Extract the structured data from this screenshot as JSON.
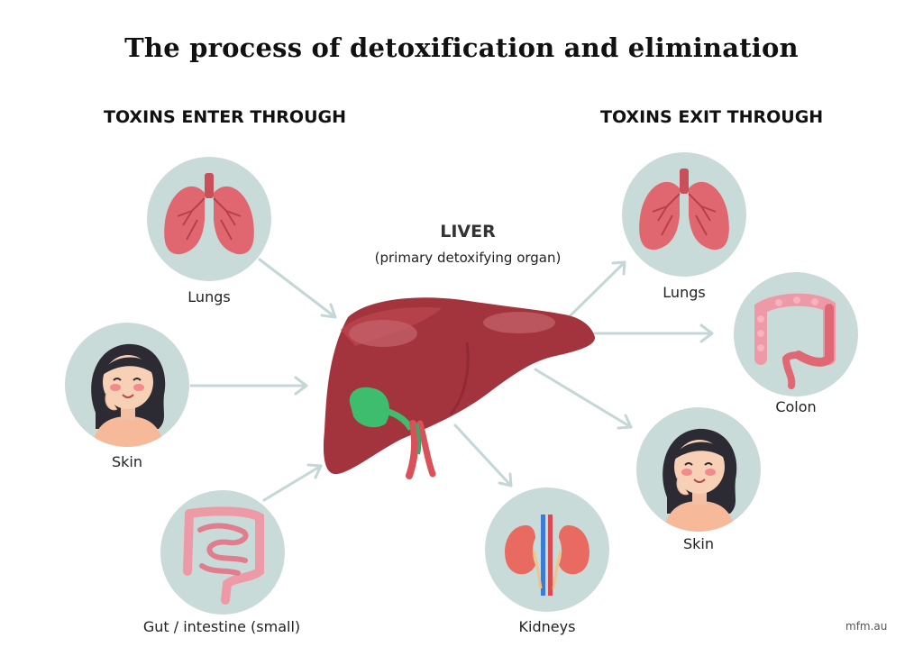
{
  "title": "The process of detoxification and elimination",
  "enter_heading": "TOXINS ENTER THROUGH",
  "exit_heading": "TOXINS EXIT THROUGH",
  "liver": {
    "label": "LIVER",
    "sublabel": "(primary detoxifying organ)"
  },
  "entry_organs": [
    {
      "label": "Lungs",
      "icon": "lungs-icon"
    },
    {
      "label": "Skin",
      "icon": "woman-skin-icon"
    },
    {
      "label": "Gut / intestine (small)",
      "icon": "small-intestine-icon"
    }
  ],
  "exit_organs": [
    {
      "label": "Lungs",
      "icon": "lungs-icon"
    },
    {
      "label": "Colon",
      "icon": "colon-icon"
    },
    {
      "label": "Skin",
      "icon": "woman-skin-icon"
    },
    {
      "label": "Kidneys",
      "icon": "kidneys-icon"
    }
  ],
  "credit": "mfm.au",
  "colors": {
    "circle": "#c9dbd9",
    "arrow": "#c3d8d6",
    "liver": "#a3333d",
    "lungs": "#e0666f",
    "intestine": "#ee9aa6",
    "gallbladder": "#3ebd6e"
  }
}
